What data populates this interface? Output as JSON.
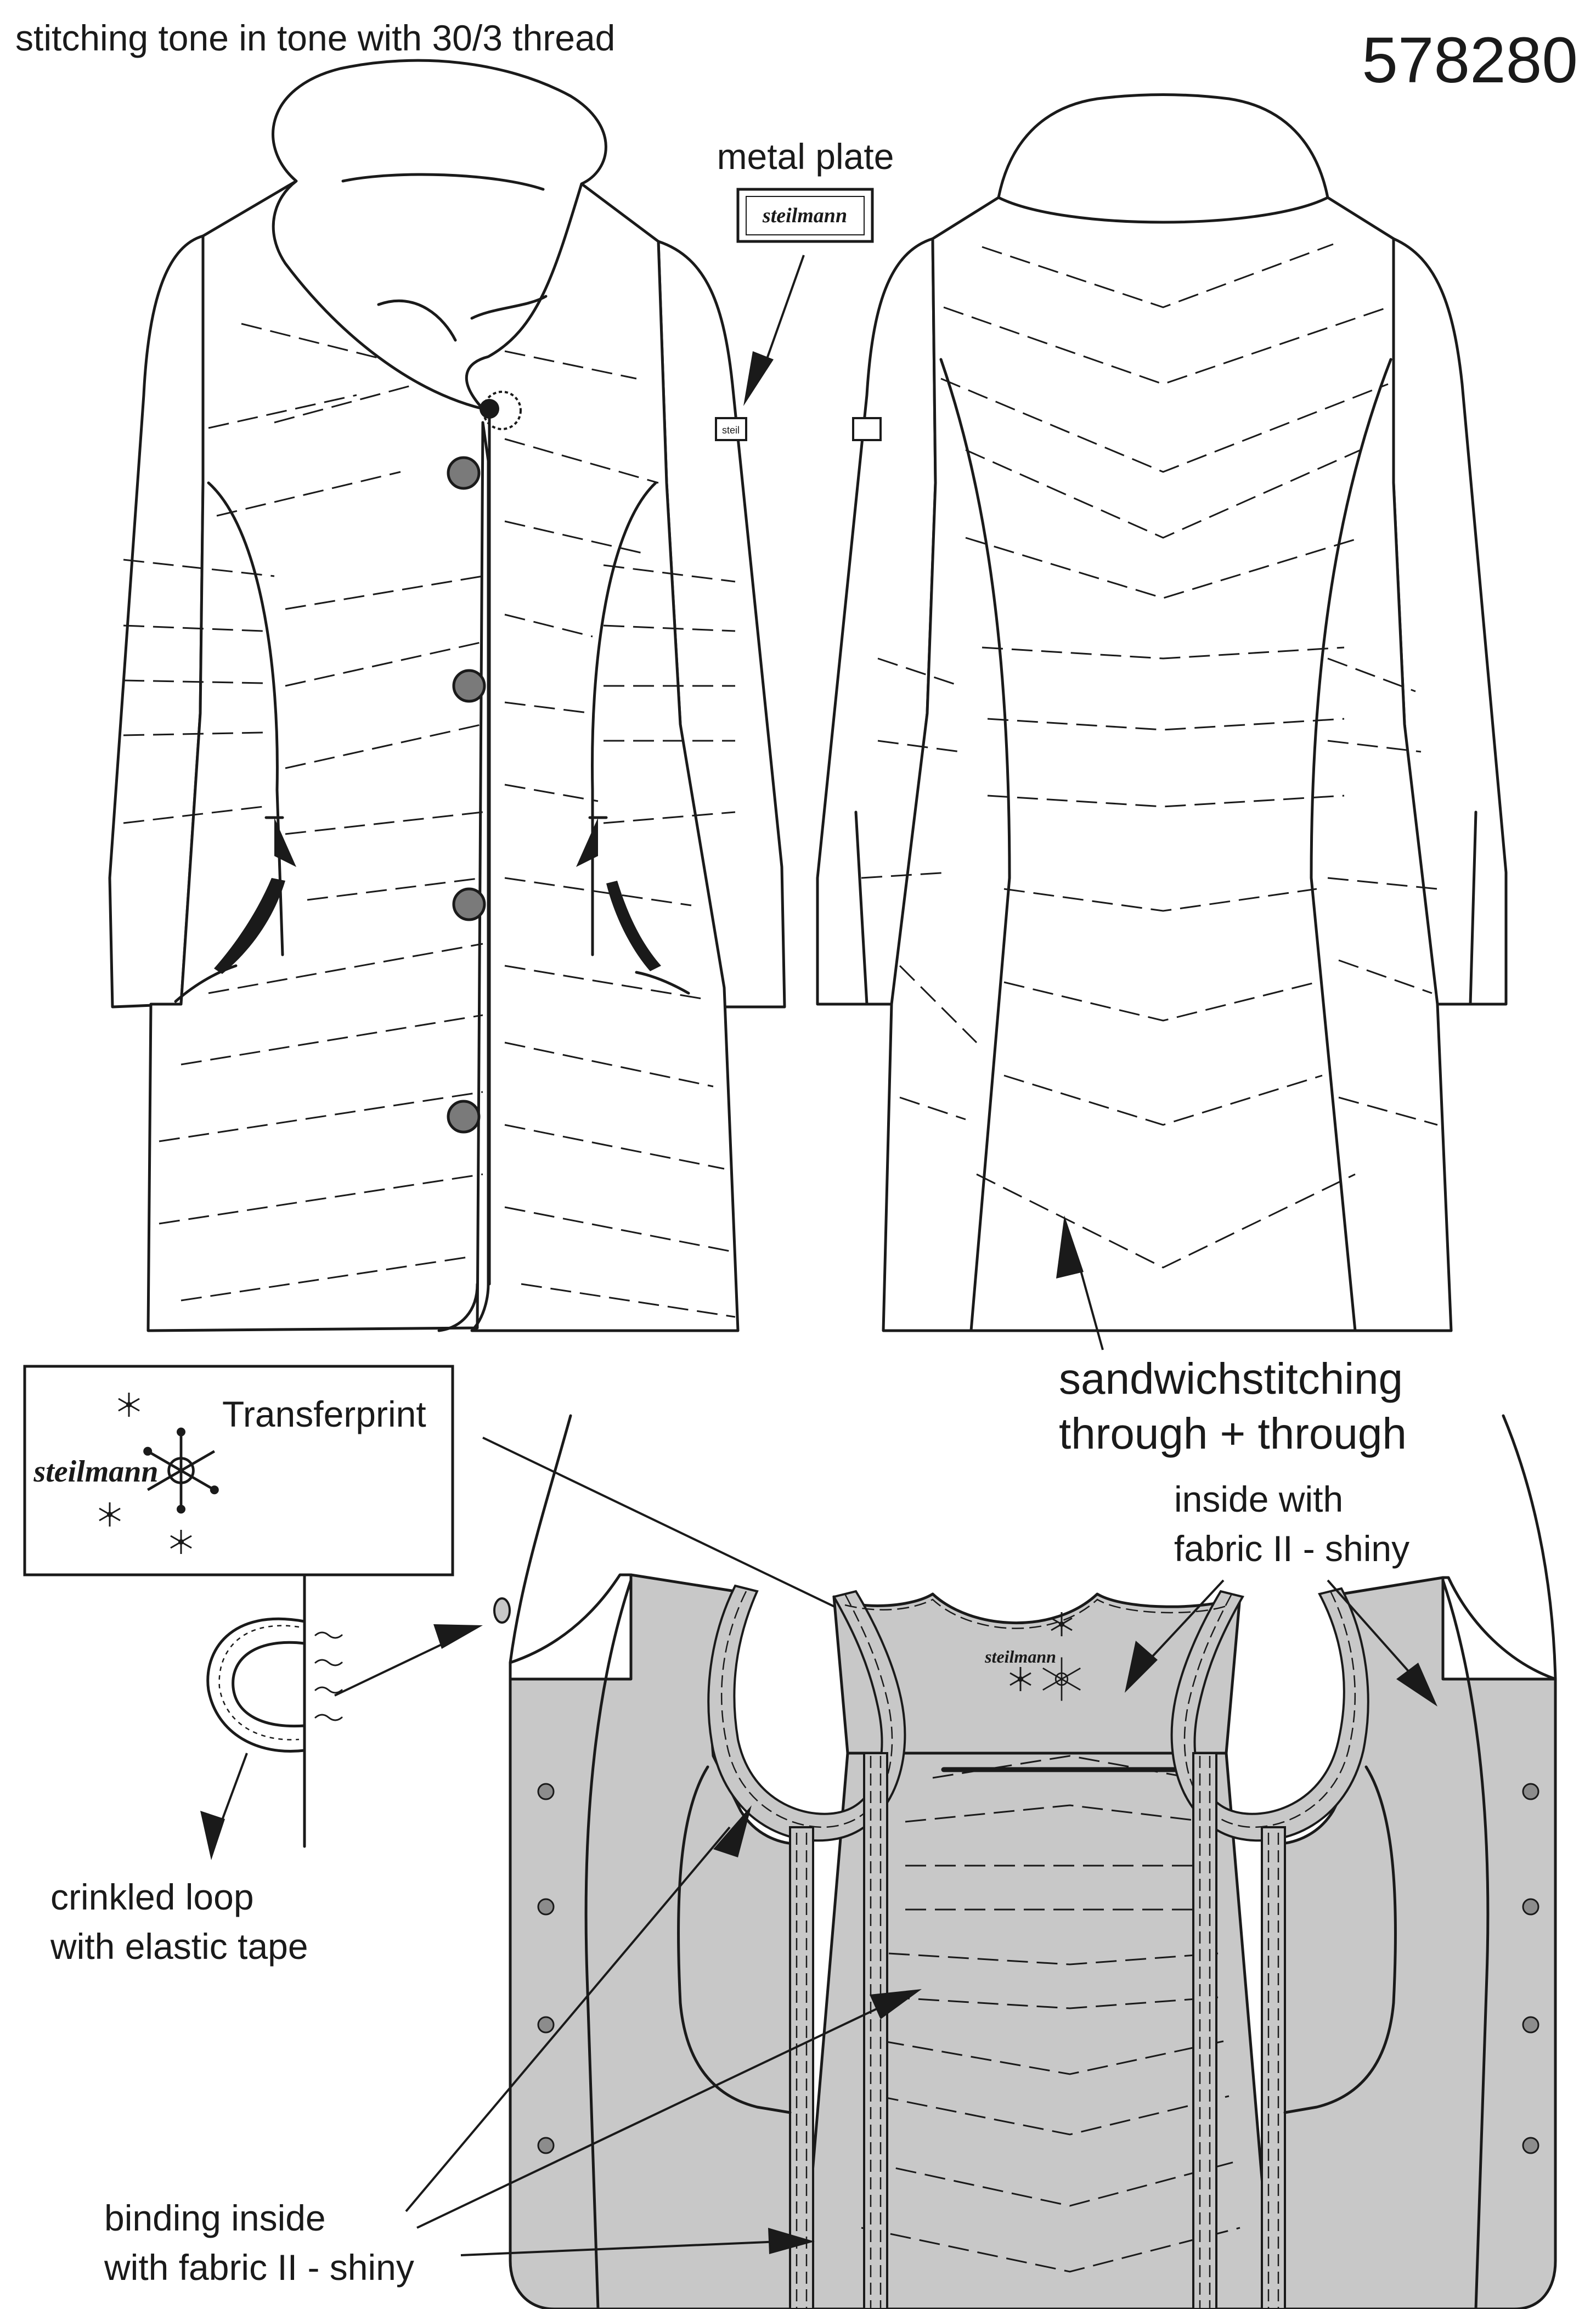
{
  "header": {
    "note": "stitching tone in tone with 30/3 thread",
    "style_number": "578280"
  },
  "callouts": {
    "metal_plate": "metal plate",
    "transferprint": "Transferprint",
    "sandwich_line1": "sandwichstitching",
    "sandwich_line2": "through + through",
    "inside_line1": "inside with",
    "inside_line2": "fabric II - shiny",
    "loop_line1": "crinkled loop",
    "loop_line2": "with elastic tape",
    "binding_line1": "binding inside",
    "binding_line2": "with fabric II - shiny"
  },
  "brand": {
    "logo_text": "steilmann",
    "plate_text": "steilmann",
    "sleeve_plate_text": "steil"
  },
  "colors": {
    "line": "#1a1a1a",
    "lining_fill": "#c8c8c8",
    "button_fill": "#7a7a7a",
    "garment_fill": "#ffffff"
  },
  "icons": [
    "snowflake-icon",
    "arrow-icon",
    "button-icon"
  ]
}
